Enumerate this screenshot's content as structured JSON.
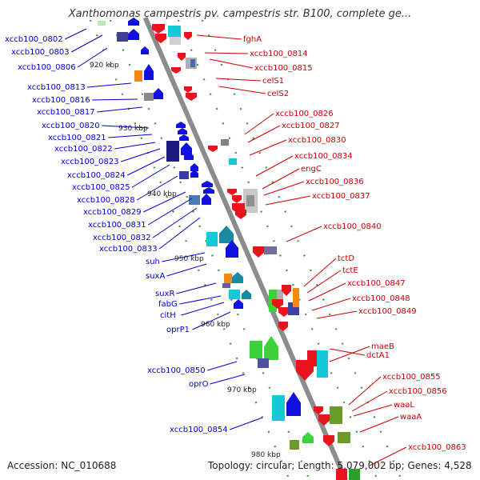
{
  "title": "Xanthomonas campestris pv. campestris str. B100, complete ge...",
  "footer": {
    "accession": "Accession: NC_010688",
    "topology": "Topology: circular; Length: 5,079,002 bp; Genes: 4,528"
  },
  "colors": {
    "axis": "#8c8c8c",
    "left_label": "#0000cc",
    "right_label": "#cc0000",
    "tick": "#2a8a2a"
  },
  "kbp_ticks": [
    "920 kbp",
    "930 kbp",
    "940 kbp",
    "950 kbp",
    "960 kbp",
    "970 kbp",
    "980 kbp"
  ],
  "left_labels": [
    "xccb100_0802",
    "xccb100_0803",
    "xccb100_0806",
    "xccb100_0813",
    "xccb100_0816",
    "xccb100_0817",
    "xccb100_0820",
    "xccb100_0821",
    "xccb100_0822",
    "xccb100_0823",
    "xccb100_0824",
    "xccb100_0825",
    "xccb100_0828",
    "xccb100_0829",
    "xccb100_0831",
    "xccb100_0832",
    "xccb100_0833",
    "suh",
    "suxA",
    "suxR",
    "fabG",
    "citH",
    "oprP1",
    "xccb100_0850",
    "oprO",
    "xccb100_0854"
  ],
  "right_labels": [
    "fghA",
    "xccb100_0814",
    "xccb100_0815",
    "celS1",
    "celS2",
    "xccb100_0826",
    "xccb100_0827",
    "xccb100_0830",
    "xccb100_0834",
    "engC",
    "xccb100_0836",
    "xccb100_0837",
    "xccb100_0840",
    "tctD",
    "tctE",
    "xccb100_0847",
    "xccb100_0848",
    "xccb100_0849",
    "dctA1",
    "maeB",
    "xccb100_0855",
    "xccb100_0856",
    "waaL",
    "waaA",
    "xccb100_0863"
  ]
}
